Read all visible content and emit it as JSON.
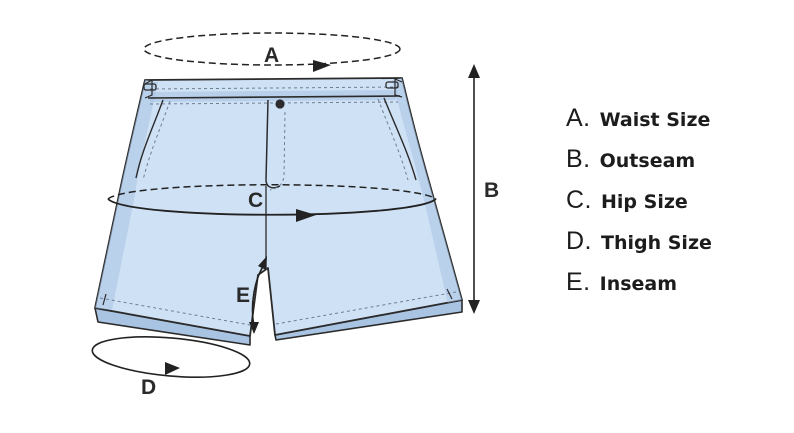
{
  "measure_labels": {
    "a": "A",
    "b": "B",
    "c": "C",
    "d": "D",
    "e": "E"
  },
  "legend": [
    {
      "letter": "A.",
      "text": "Waist Size"
    },
    {
      "letter": "B.",
      "text": "Outseam"
    },
    {
      "letter": "C.",
      "text": "Hip Size"
    },
    {
      "letter": "D.",
      "text": "Thigh Size"
    },
    {
      "letter": "E.",
      "text": "Inseam"
    }
  ],
  "colors": {
    "fabric": "#cfe1f5",
    "fabric_shadow": "#a9c4e3",
    "outline": "#2b2b2b",
    "stitch": "#6f7f93",
    "measure": "#222222"
  }
}
